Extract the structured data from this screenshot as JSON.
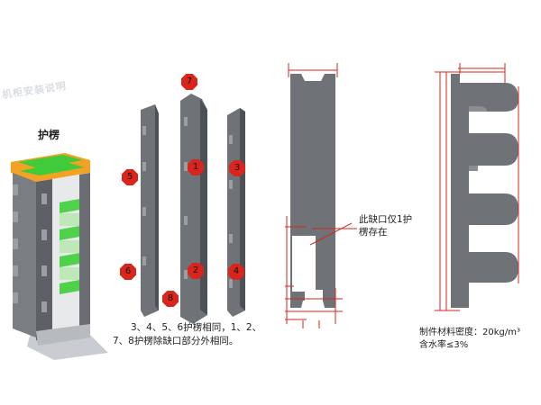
{
  "watermark": "机柜安装说明",
  "rack": {
    "title": "护楞"
  },
  "parts": {
    "markers": [
      "7",
      "5",
      "1",
      "3",
      "6",
      "2",
      "4",
      "8"
    ],
    "caption_line1": "3、4、5、6护楞相同，1、2、",
    "caption_line2": "7、8护楞除缺口部分外相同。"
  },
  "front_view": {
    "note_line1": "此缺口仅1护",
    "note_line2": "楞存在"
  },
  "side_view": {
    "spec_line1": "制件材料密度：20kg/m³",
    "spec_line2": "含水率≤3%"
  },
  "colors": {
    "part_gray": "#6f7377",
    "part_dark": "#4d5155",
    "accent_red": "#d9251c",
    "frame_orange": "#f2a323",
    "frame_green": "#3fcb3a"
  }
}
